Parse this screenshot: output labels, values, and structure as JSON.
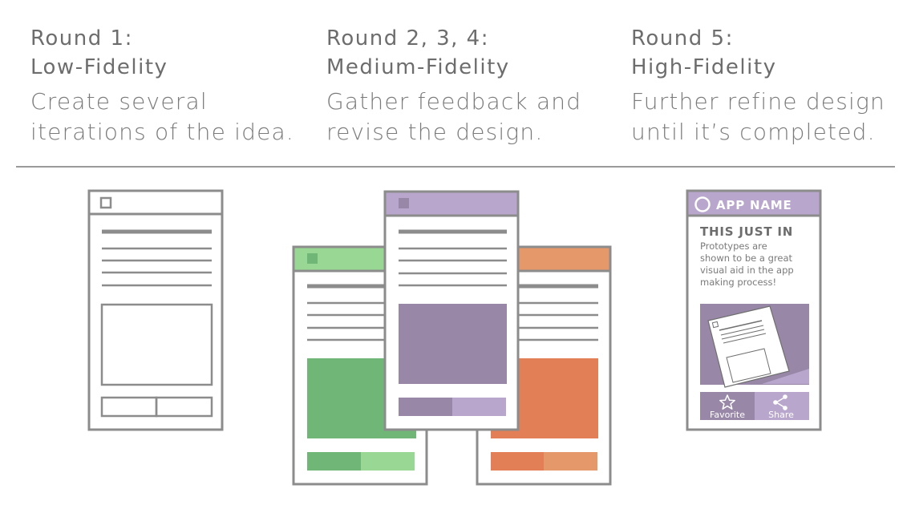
{
  "rounds": [
    {
      "title_line1": "Round 1:",
      "title_line2": "Low-Fidelity",
      "desc_line1": "Create several",
      "desc_line2": "iterations of the idea."
    },
    {
      "title_line1": "Round 2, 3, 4:",
      "title_line2": "Medium-Fidelity",
      "desc_line1": "Gather feedback and",
      "desc_line2": "revise the design."
    },
    {
      "title_line1": "Round 5:",
      "title_line2": "High-Fidelity",
      "desc_line1": "Further refine design",
      "desc_line2": "until it’s completed."
    }
  ],
  "hifi": {
    "app_name": "APP NAME",
    "headline": "THIS JUST IN",
    "body_lines": [
      "Prototypes are",
      "shown to be a great",
      "visual aid in the app",
      "making process!"
    ],
    "favorite_label": "Favorite",
    "share_label": "Share",
    "icons": [
      "circle-logo-icon",
      "document-icon",
      "star-icon",
      "share-icon"
    ]
  },
  "colors": {
    "outline": "#8c8c8c",
    "green_dark": "#70b777",
    "green_light": "#98d894",
    "orange_dark": "#e27f56",
    "orange_light": "#e5996a",
    "purple_dark": "#9887a7",
    "purple_light": "#b8a6cc"
  }
}
